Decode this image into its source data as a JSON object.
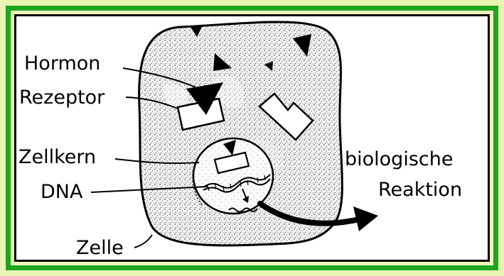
{
  "labels": {
    "hormon": "Hormon",
    "rezeptor": "Rezeptor",
    "zellkern": "Zellkern",
    "dna": "DNA",
    "zelle": "Zelle",
    "reaktion_line1": "biologische",
    "reaktion_line2": "Reaktion"
  },
  "colors": {
    "frame": "#1ea51e",
    "background": "#eef7ba",
    "panel": "#ffffff",
    "ink": "#000000"
  }
}
